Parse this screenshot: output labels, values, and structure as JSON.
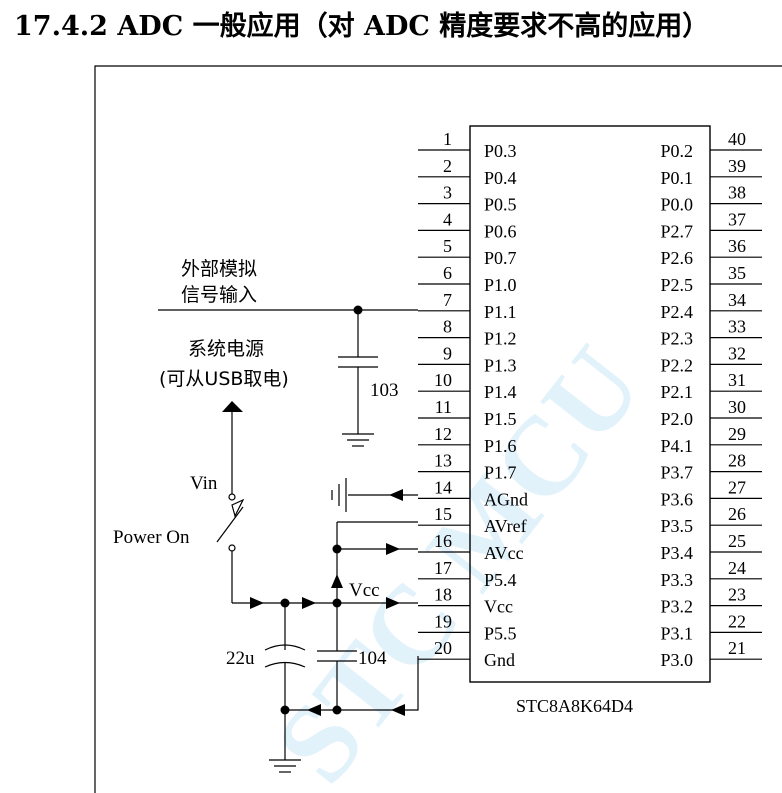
{
  "heading": "17.4.2  ADC 一般应用（对 ADC 精度要求不高的应用）",
  "chip": {
    "name": "STC8A8K64D4",
    "left_pins": [
      {
        "num": "1",
        "name": "P0.3"
      },
      {
        "num": "2",
        "name": "P0.4"
      },
      {
        "num": "3",
        "name": "P0.5"
      },
      {
        "num": "4",
        "name": "P0.6"
      },
      {
        "num": "5",
        "name": "P0.7"
      },
      {
        "num": "6",
        "name": "P1.0"
      },
      {
        "num": "7",
        "name": "P1.1"
      },
      {
        "num": "8",
        "name": "P1.2"
      },
      {
        "num": "9",
        "name": "P1.3"
      },
      {
        "num": "10",
        "name": "P1.4"
      },
      {
        "num": "11",
        "name": "P1.5"
      },
      {
        "num": "12",
        "name": "P1.6"
      },
      {
        "num": "13",
        "name": "P1.7"
      },
      {
        "num": "14",
        "name": "AGnd"
      },
      {
        "num": "15",
        "name": "AVref"
      },
      {
        "num": "16",
        "name": "AVcc"
      },
      {
        "num": "17",
        "name": "P5.4"
      },
      {
        "num": "18",
        "name": "Vcc"
      },
      {
        "num": "19",
        "name": "P5.5"
      },
      {
        "num": "20",
        "name": "Gnd"
      }
    ],
    "right_pins": [
      {
        "num": "40",
        "name": "P0.2"
      },
      {
        "num": "39",
        "name": "P0.1"
      },
      {
        "num": "38",
        "name": "P0.0"
      },
      {
        "num": "37",
        "name": "P2.7"
      },
      {
        "num": "36",
        "name": "P2.6"
      },
      {
        "num": "35",
        "name": "P2.5"
      },
      {
        "num": "34",
        "name": "P2.4"
      },
      {
        "num": "33",
        "name": "P2.3"
      },
      {
        "num": "32",
        "name": "P2.2"
      },
      {
        "num": "31",
        "name": "P2.1"
      },
      {
        "num": "30",
        "name": "P2.0"
      },
      {
        "num": "29",
        "name": "P4.1"
      },
      {
        "num": "28",
        "name": "P3.7"
      },
      {
        "num": "27",
        "name": "P3.6"
      },
      {
        "num": "26",
        "name": "P3.5"
      },
      {
        "num": "25",
        "name": "P3.4"
      },
      {
        "num": "24",
        "name": "P3.3"
      },
      {
        "num": "23",
        "name": "P3.2"
      },
      {
        "num": "22",
        "name": "P3.1"
      },
      {
        "num": "21",
        "name": "P3.0"
      }
    ]
  },
  "labels": {
    "signal_line1": "外部模拟",
    "signal_line2": "信号输入",
    "supply_line1": "系统电源",
    "supply_line2": "(可从USB取电)",
    "vin": "Vin",
    "power_on": "Power On",
    "vcc": "Vcc",
    "cap_filter": "103",
    "cap_bulk": "22u",
    "cap_decouple": "104"
  },
  "watermark": "STC MCU"
}
